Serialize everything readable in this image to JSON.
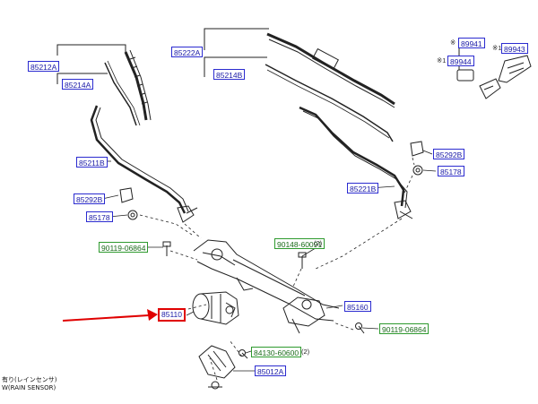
{
  "colors": {
    "label_blue": "#2b2bd0",
    "label_green": "#2e9a2e",
    "arrow_red": "#e00000",
    "line": "#222222"
  },
  "parts": [
    {
      "id": "85212A",
      "style": "blue"
    },
    {
      "id": "85214A",
      "style": "blue"
    },
    {
      "id": "85222A",
      "style": "blue"
    },
    {
      "id": "85214B",
      "style": "blue"
    },
    {
      "id": "89941",
      "style": "blue"
    },
    {
      "id": "89944",
      "style": "blue"
    },
    {
      "id": "89943",
      "style": "blue"
    },
    {
      "id": "85211B",
      "style": "blue"
    },
    {
      "id": "85292B",
      "style": "blue"
    },
    {
      "id": "85178",
      "style": "blue"
    },
    {
      "id": "85292B",
      "style": "blue"
    },
    {
      "id": "85178",
      "style": "blue"
    },
    {
      "id": "85221B",
      "style": "blue"
    },
    {
      "id": "90119-06864",
      "style": "green"
    },
    {
      "id": "90148-60091",
      "style": "green",
      "qty": "(2)"
    },
    {
      "id": "85160",
      "style": "blue"
    },
    {
      "id": "85110",
      "style": "blue",
      "highlighted": true
    },
    {
      "id": "90119-06864",
      "style": "green"
    },
    {
      "id": "84130-60600",
      "style": "green",
      "qty": "(2)"
    },
    {
      "id": "85012A",
      "style": "blue"
    }
  ],
  "markers": {
    "star_89941": "※",
    "star_89944": "※1",
    "star_89943": "※1"
  },
  "footnote": {
    "line1": "有り(レインセンサ)",
    "line2": "W(RAIN SENSOR)"
  }
}
